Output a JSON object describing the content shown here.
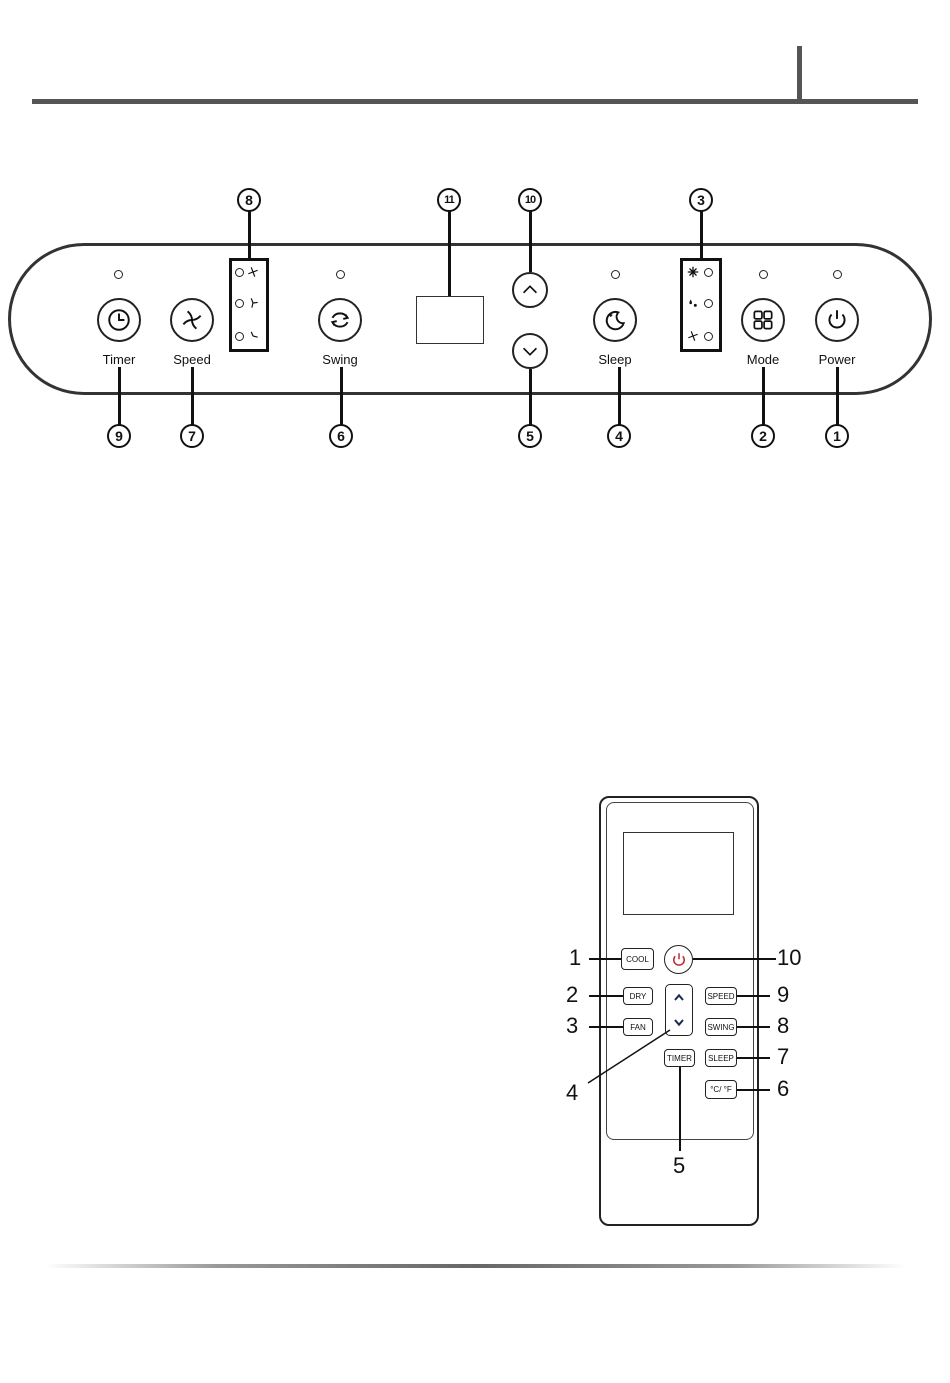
{
  "control_panel": {
    "buttons": [
      {
        "id": "timer",
        "label": "Timer",
        "icon": "clock-icon"
      },
      {
        "id": "speed",
        "label": "Speed",
        "icon": "fan-icon"
      },
      {
        "id": "swing",
        "label": "Swing",
        "icon": "swing-icon"
      },
      {
        "id": "up",
        "label": "",
        "icon": "chevron-up-icon"
      },
      {
        "id": "down",
        "label": "",
        "icon": "chevron-down-icon"
      },
      {
        "id": "sleep",
        "label": "Sleep",
        "icon": "moon-icon"
      },
      {
        "id": "mode",
        "label": "Mode",
        "icon": "grid-icon"
      },
      {
        "id": "power",
        "label": "Power",
        "icon": "power-icon"
      }
    ],
    "callouts": {
      "timer": "9",
      "speed": "7",
      "swing": "6",
      "down": "5",
      "sleep": "4",
      "mode": "2",
      "power": "1",
      "speed_leds": "8",
      "display": "11",
      "up": "10",
      "mode_leds": "3"
    },
    "speed_indicators": [
      "high-fan-icon",
      "medium-fan-icon",
      "low-fan-icon"
    ],
    "mode_indicators": [
      "snowflake-icon",
      "droplet-icon",
      "fan-icon"
    ]
  },
  "remote": {
    "buttons": {
      "cool": "COOL",
      "dry": "DRY",
      "fan": "FAN",
      "speed": "SPEED",
      "swing": "SWING",
      "sleep": "SLEEP",
      "timer": "TIMER",
      "unit": "°C/ °F"
    },
    "callouts": {
      "cool": "1",
      "dry": "2",
      "fan": "3",
      "updown": "4",
      "timer": "5",
      "unit": "6",
      "sleep": "7",
      "swing": "8",
      "speed": "9",
      "power": "10"
    }
  }
}
